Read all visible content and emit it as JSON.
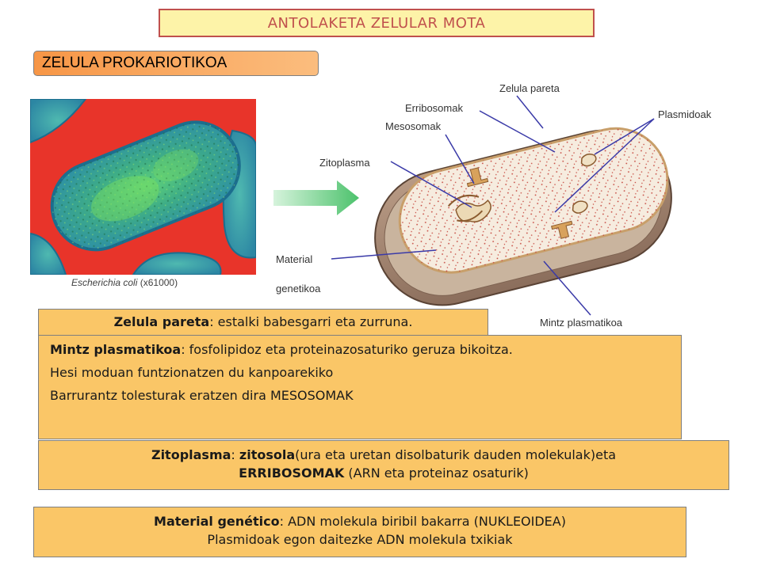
{
  "title": "ANTOLAKETA ZELULAR MOTA",
  "section_header": "ZELULA PROKARIOTIKOA",
  "micrograph": {
    "caption_species": "Escherichia coli",
    "caption_magnification": "(x61000)"
  },
  "diagram_labels": {
    "zelula_pareta": "Zelula pareta",
    "erribosomak": "Erribosomak",
    "mesosomak": "Mesosomak",
    "plasmidoak": "Plasmidoak",
    "zitoplasma": "Zitoplasma",
    "material": "Material",
    "genetikoa": "genetikoa",
    "mintz_plasmatikoa": "Mintz plasmatikoa"
  },
  "info_boxes": {
    "wall": {
      "term": "Zelula pareta",
      "text": ": estalki babesgarri eta zurruna."
    },
    "membrane": {
      "term": "Mintz plasmatikoa",
      "text": ": fosfolipidoz eta proteinazosaturiko geruza bikoitza.",
      "line2": "Hesi moduan funtzionatzen du kanpoarekiko",
      "line3": "Barrurantz tolesturak eratzen dira MESOSOMAK"
    },
    "cytoplasm": {
      "term": "Zitoplasma",
      "sep": ": ",
      "term2": "zitosola",
      "text": "(ura eta uretan disolbaturik dauden molekulak)eta",
      "term3": "ERRIBOSOMAK",
      "text2": " (ARN eta proteinaz osaturik)"
    },
    "genetic": {
      "term": "Material genético",
      "text": ": ADN molekula biribil bakarra (NUKLEOIDEA)",
      "line2": "Plasmidoak egon daitezke ADN molekula txikiak"
    }
  },
  "colors": {
    "title_text": "#c0504d",
    "title_bg": "#fdf3a8",
    "header_bg": "#f79646",
    "box_bg": "#fac667",
    "micrograph_bg": "#e8342a",
    "bacteria_fill": "#3aa7a0",
    "arrow": "#5cc878"
  }
}
